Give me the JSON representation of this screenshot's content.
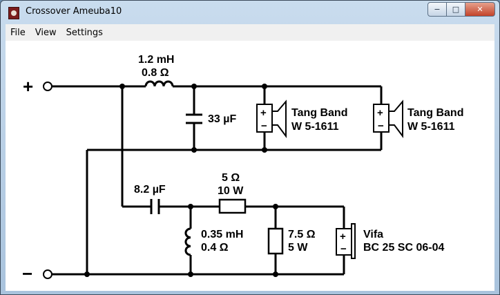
{
  "window": {
    "title": "Crossover Ameuba10"
  },
  "controls": {
    "minimize": "−",
    "maximize": "□",
    "close": "✕"
  },
  "menu": [
    "File",
    "View",
    "Settings"
  ],
  "circuit": {
    "plus_terminal": "+",
    "minus_terminal": "−",
    "l1": {
      "line1": "1.2 mH",
      "line2": "0.8 Ω"
    },
    "c1": "33 µF",
    "driver1": {
      "line1": "Tang Band",
      "line2": "W 5-1611"
    },
    "driver2": {
      "line1": "Tang Band",
      "line2": "W 5-1611"
    },
    "c2": "8.2 µF",
    "r1": {
      "line1": "5 Ω",
      "line2": "10 W"
    },
    "l2": {
      "line1": "0.35 mH",
      "line2": "0.4 Ω"
    },
    "r2": {
      "line1": "7.5 Ω",
      "line2": "5 W"
    },
    "driver3": {
      "line1": "Vifa",
      "line2": "BC 25 SC 06-04"
    }
  }
}
